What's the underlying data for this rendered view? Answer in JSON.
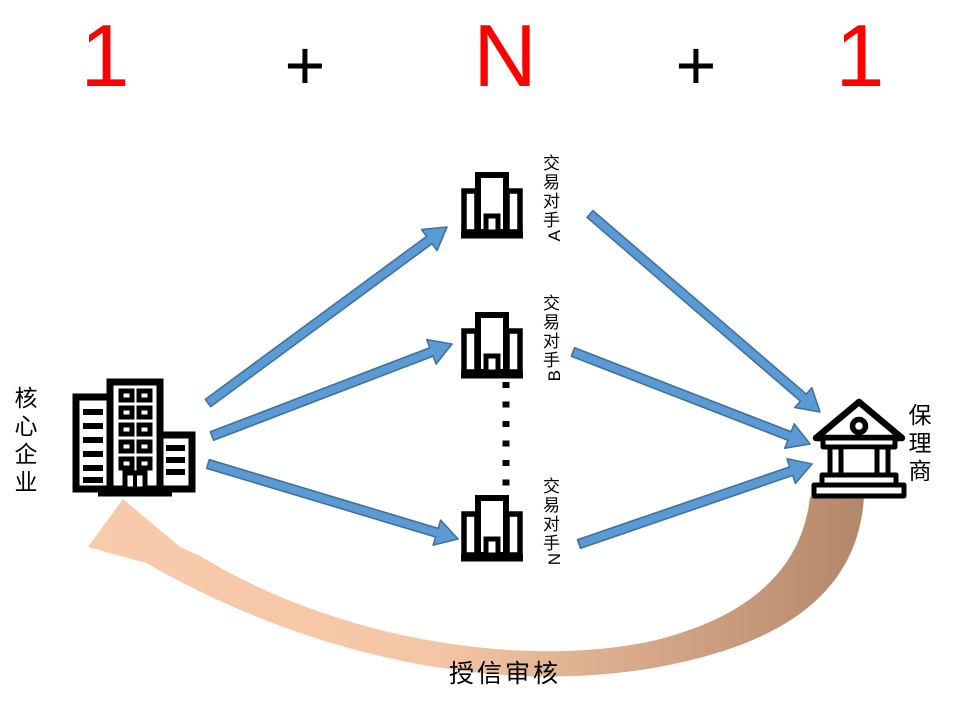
{
  "title": {
    "left_one": "1",
    "plus_left": "+",
    "middle_n": "N",
    "plus_right": "+",
    "right_one": "1"
  },
  "nodes": {
    "core": {
      "label": "核心企业",
      "icon": "office-building-icon"
    },
    "counterparties": [
      {
        "prefix": "交易对手",
        "suffix": "A"
      },
      {
        "prefix": "交易对手",
        "suffix": "B"
      },
      {
        "prefix": "交易对手",
        "suffix": "N"
      }
    ],
    "factor": {
      "label": "保理商",
      "icon": "bank-icon"
    }
  },
  "flow": {
    "credit_review_label": "授信审核"
  },
  "colors": {
    "accent_red": "#FF0000",
    "text_black": "#000000",
    "arrow_fill": "#5B9BD5",
    "arrow_outline": "#41719C",
    "credit_flow_light": "#F8CBAD",
    "credit_flow_dark": "#B5876A"
  }
}
